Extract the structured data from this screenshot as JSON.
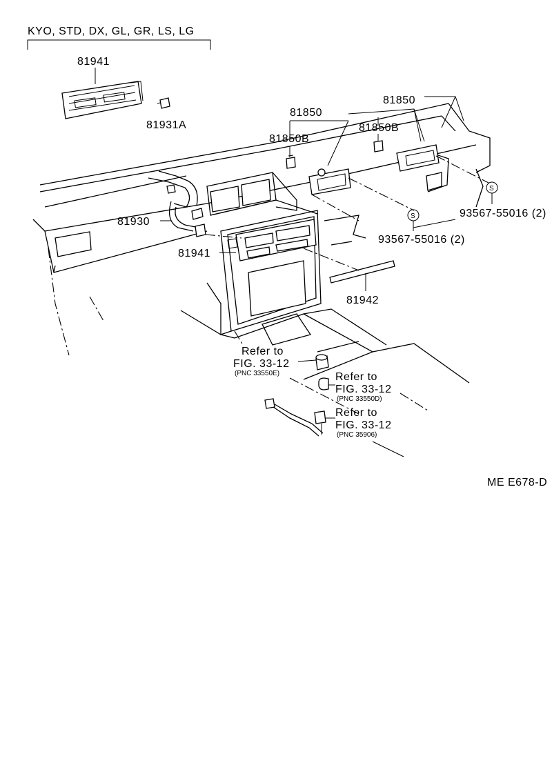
{
  "variant_note": "KYO, STD, DX, GL, GR, LS, LG",
  "labels": {
    "p81941_top": "81941",
    "p81931A": "81931A",
    "p81850_a": "81850",
    "p81850_b": "81850",
    "p81850B_a": "81850B",
    "p81850B_b": "81850B",
    "p81930": "81930",
    "p81941_mid": "81941",
    "p93567_a": "93567-55016 (2)",
    "p93567_b": "93567-55016 (2)",
    "p81942": "81942",
    "s_mark": "S"
  },
  "refs": [
    {
      "line1": "Refer to",
      "line2": "FIG. 33-12",
      "pnc": "(PNC 33550E)"
    },
    {
      "line1": "Refer to",
      "line2": "FIG. 33-12",
      "pnc": "(PNC 33550D)"
    },
    {
      "line1": "Refer to",
      "line2": "FIG. 33-12",
      "pnc": "(PNC 35906)"
    }
  ],
  "diagram_code": "ME E678-D"
}
